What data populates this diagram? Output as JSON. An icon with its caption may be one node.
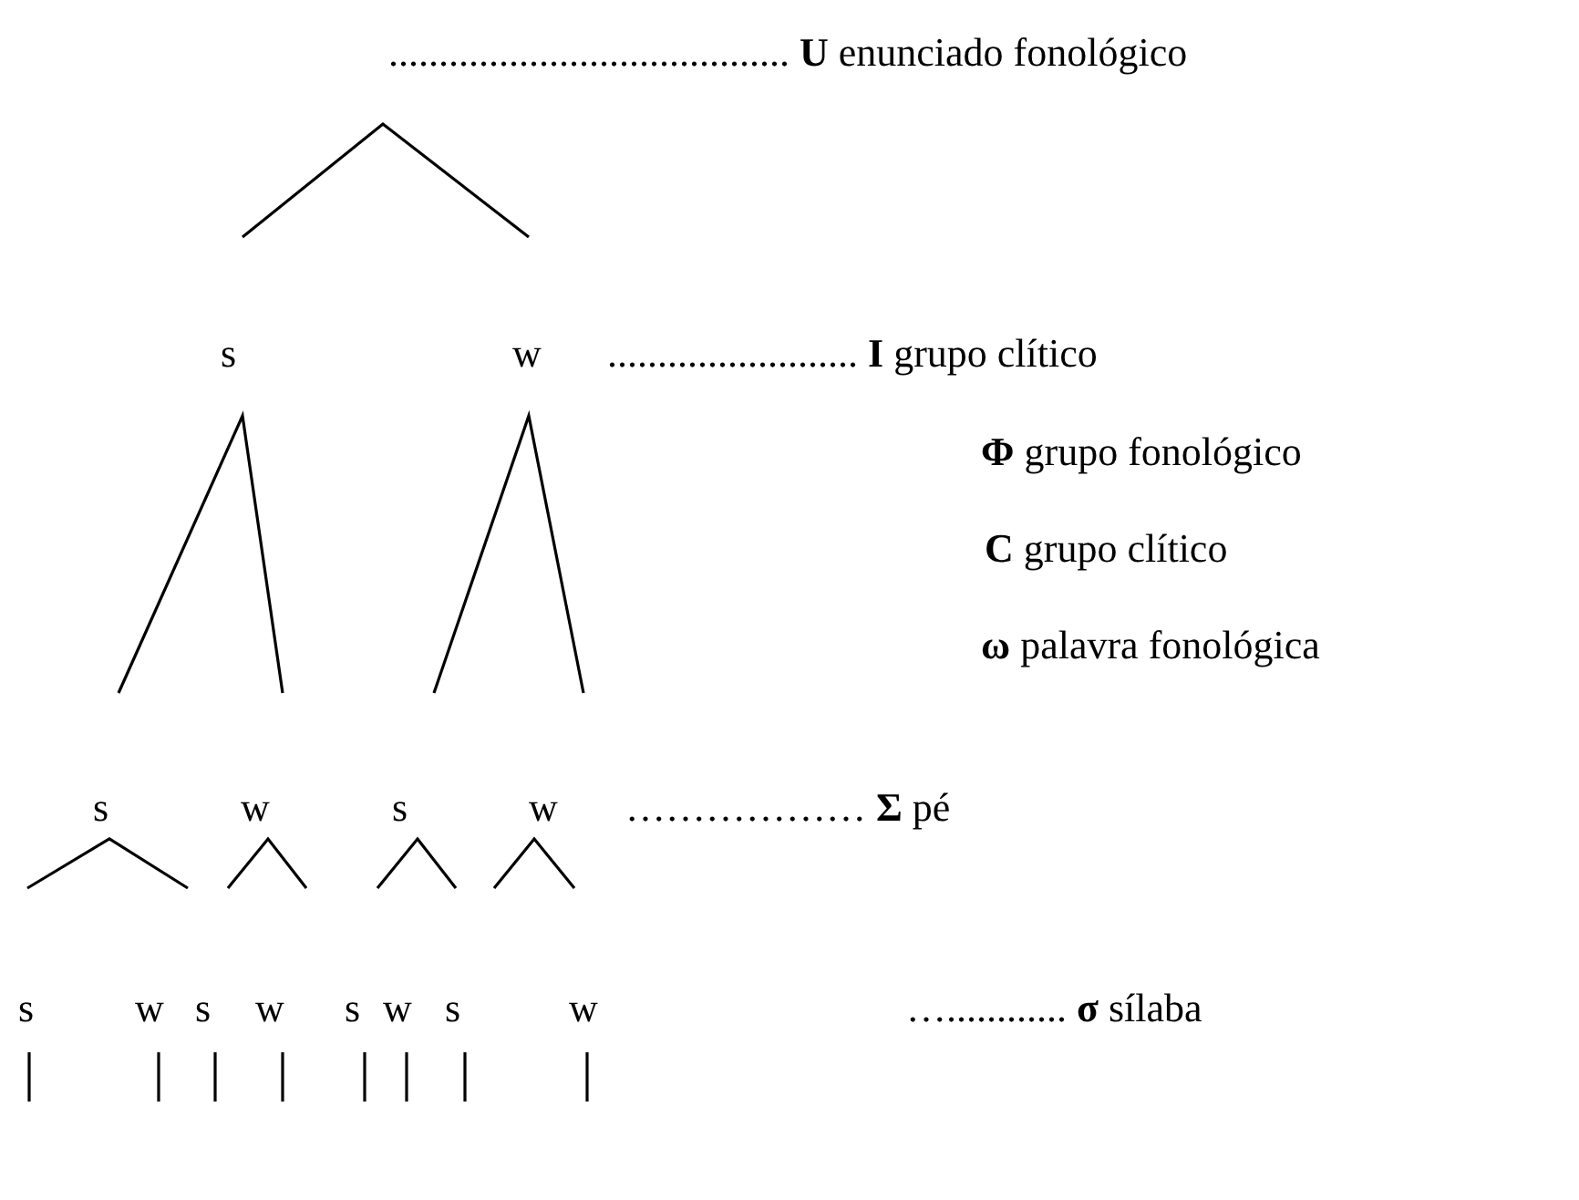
{
  "diagram": {
    "labels": [
      "........................................ **U** enunciado fonológico",
      "s",
      "w",
      "......................... **I** grupo clítico",
      "**Φ** grupo fonológico",
      "**C** grupo clítico",
      "**ω** palavra fonológica",
      "s",
      "w",
      "s",
      "w",
      "……………… **Σ** pé",
      "s",
      "w",
      "s",
      "w",
      "s",
      "w",
      "s",
      "w",
      "…............ **σ** sílaba"
    ]
  }
}
